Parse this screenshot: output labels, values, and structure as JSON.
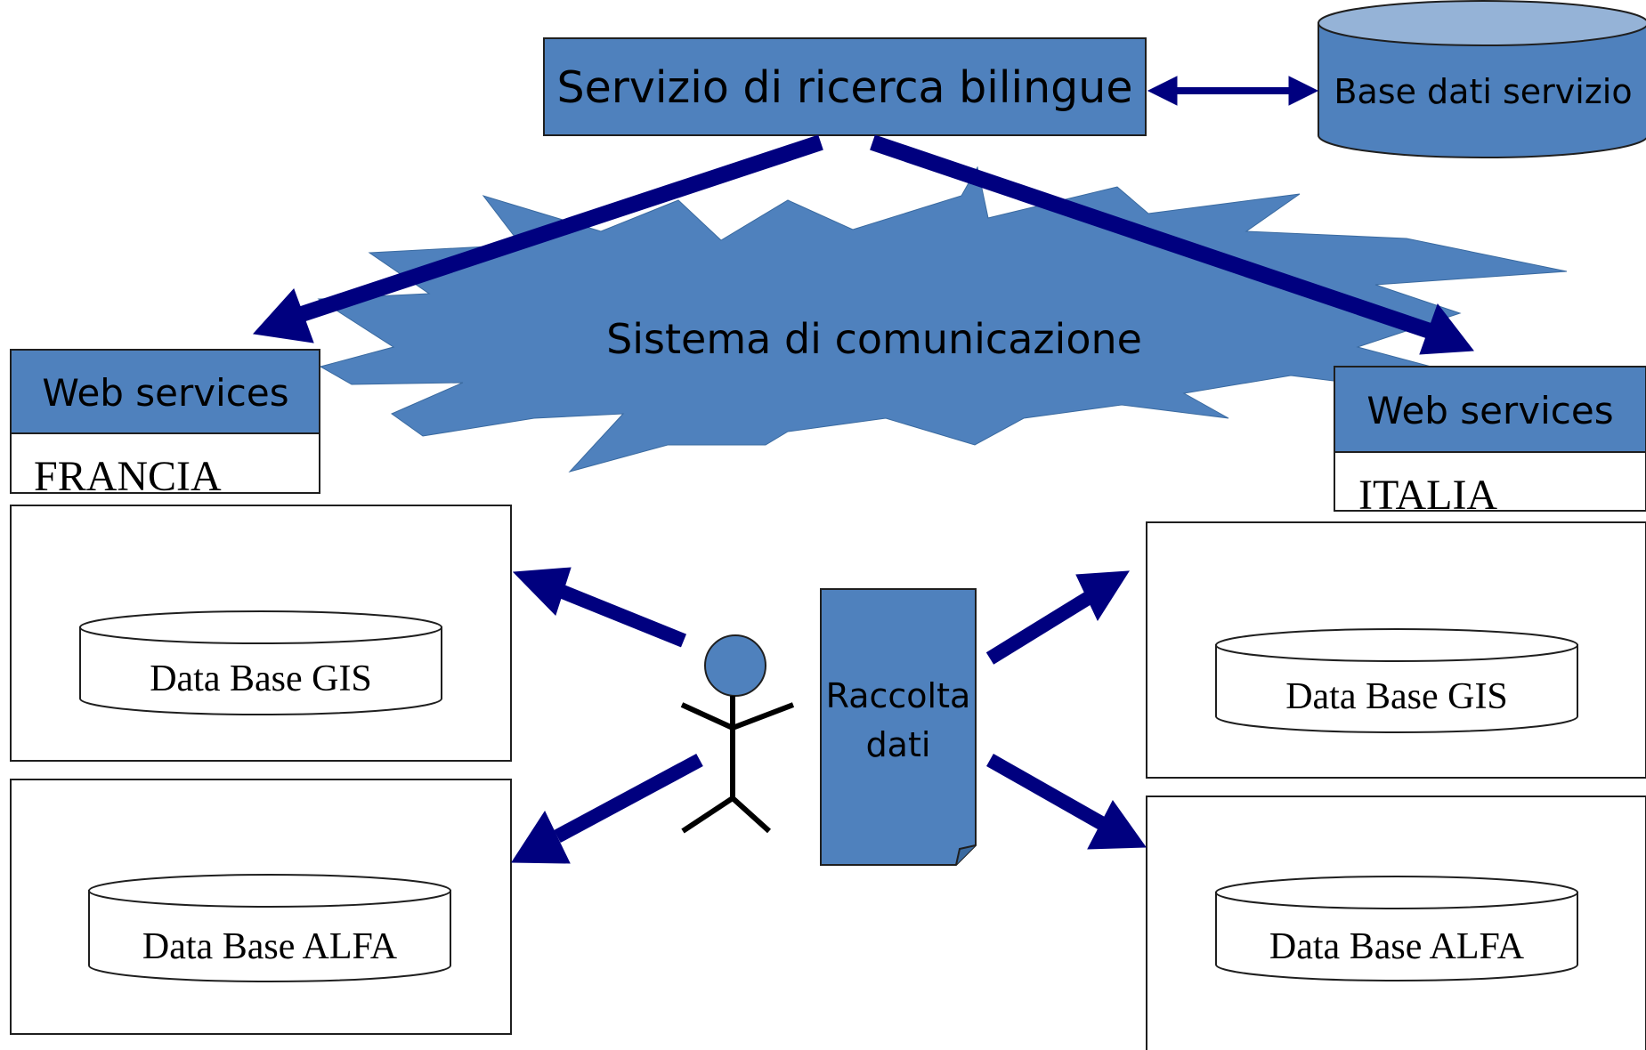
{
  "service": {
    "label": "Servizio di ricerca bilingue"
  },
  "service_database": {
    "label": "Base dati servizio"
  },
  "network": {
    "label": "Sistema di comunicazione"
  },
  "france": {
    "web_services_label": "Web services",
    "country_label": "FRANCIA",
    "gis_db_label": "Data Base GIS",
    "alfa_db_label": "Data Base ALFA"
  },
  "italy": {
    "web_services_label": "Web services",
    "country_label": "ITALIA",
    "gis_db_label": "Data Base GIS",
    "alfa_db_label": "Data Base ALFA"
  },
  "data_collection": {
    "line1": "Raccolta",
    "line2": "dati"
  },
  "colors": {
    "box_fill": "#4f81bd",
    "arrow": "#00007f",
    "outline": "#1f1f1f",
    "background": "#ffffff"
  }
}
